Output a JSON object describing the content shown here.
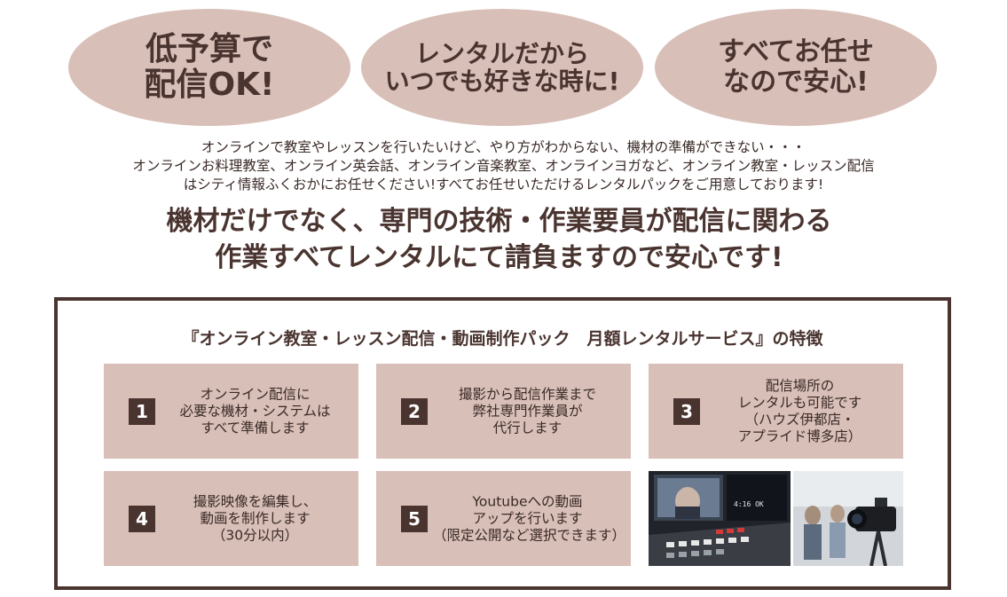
{
  "badges": [
    {
      "text": "低予算で\n配信OK!"
    },
    {
      "text": "レンタルだから\nいつでも好きな時に!"
    },
    {
      "text": "すべてお任せ\nなので安心!"
    }
  ],
  "intro": "オンラインで教室やレッスンを行いたいけど、やり方がわからない、機材の準備ができない・・・\nオンラインお料理教室、オンライン英会話、オンライン音楽教室、オンラインヨガなど、オンライン教室・レッスン配信\nはシティ情報ふくおかにお任せください!すべてお任せいただけるレンタルパックをご用意しております!",
  "headline": "機材だけでなく、専門の技術・作業要員が配信に関わる\n作業すべてレンタルにて請負ますので安心です!",
  "features": {
    "title": "『オンライン教室・レッスン配信・動画制作パック　月額レンタルサービス』の特徴",
    "items": [
      {
        "number": "1",
        "text": "オンライン配信に\n必要な機材・システムは\nすべて準備します"
      },
      {
        "number": "2",
        "text": "撮影から配信作業まで\n弊社専門作業員が\n代行します"
      },
      {
        "number": "3",
        "text": "配信場所の\nレンタルも可能です\n（ハウズ伊都店・\nアプライド博多店）"
      },
      {
        "number": "4",
        "text": "撮影映像を編集し、\n動画を制作します\n（30分以内）"
      },
      {
        "number": "5",
        "text": "Youtubeへの動画\nアップを行います\n（限定公開など選択できます）"
      }
    ]
  },
  "photos": {
    "monitor_text": "4:16 OK"
  },
  "colors": {
    "brand_brown": "#4a3430",
    "badge_pink": "#d8bfb7"
  }
}
